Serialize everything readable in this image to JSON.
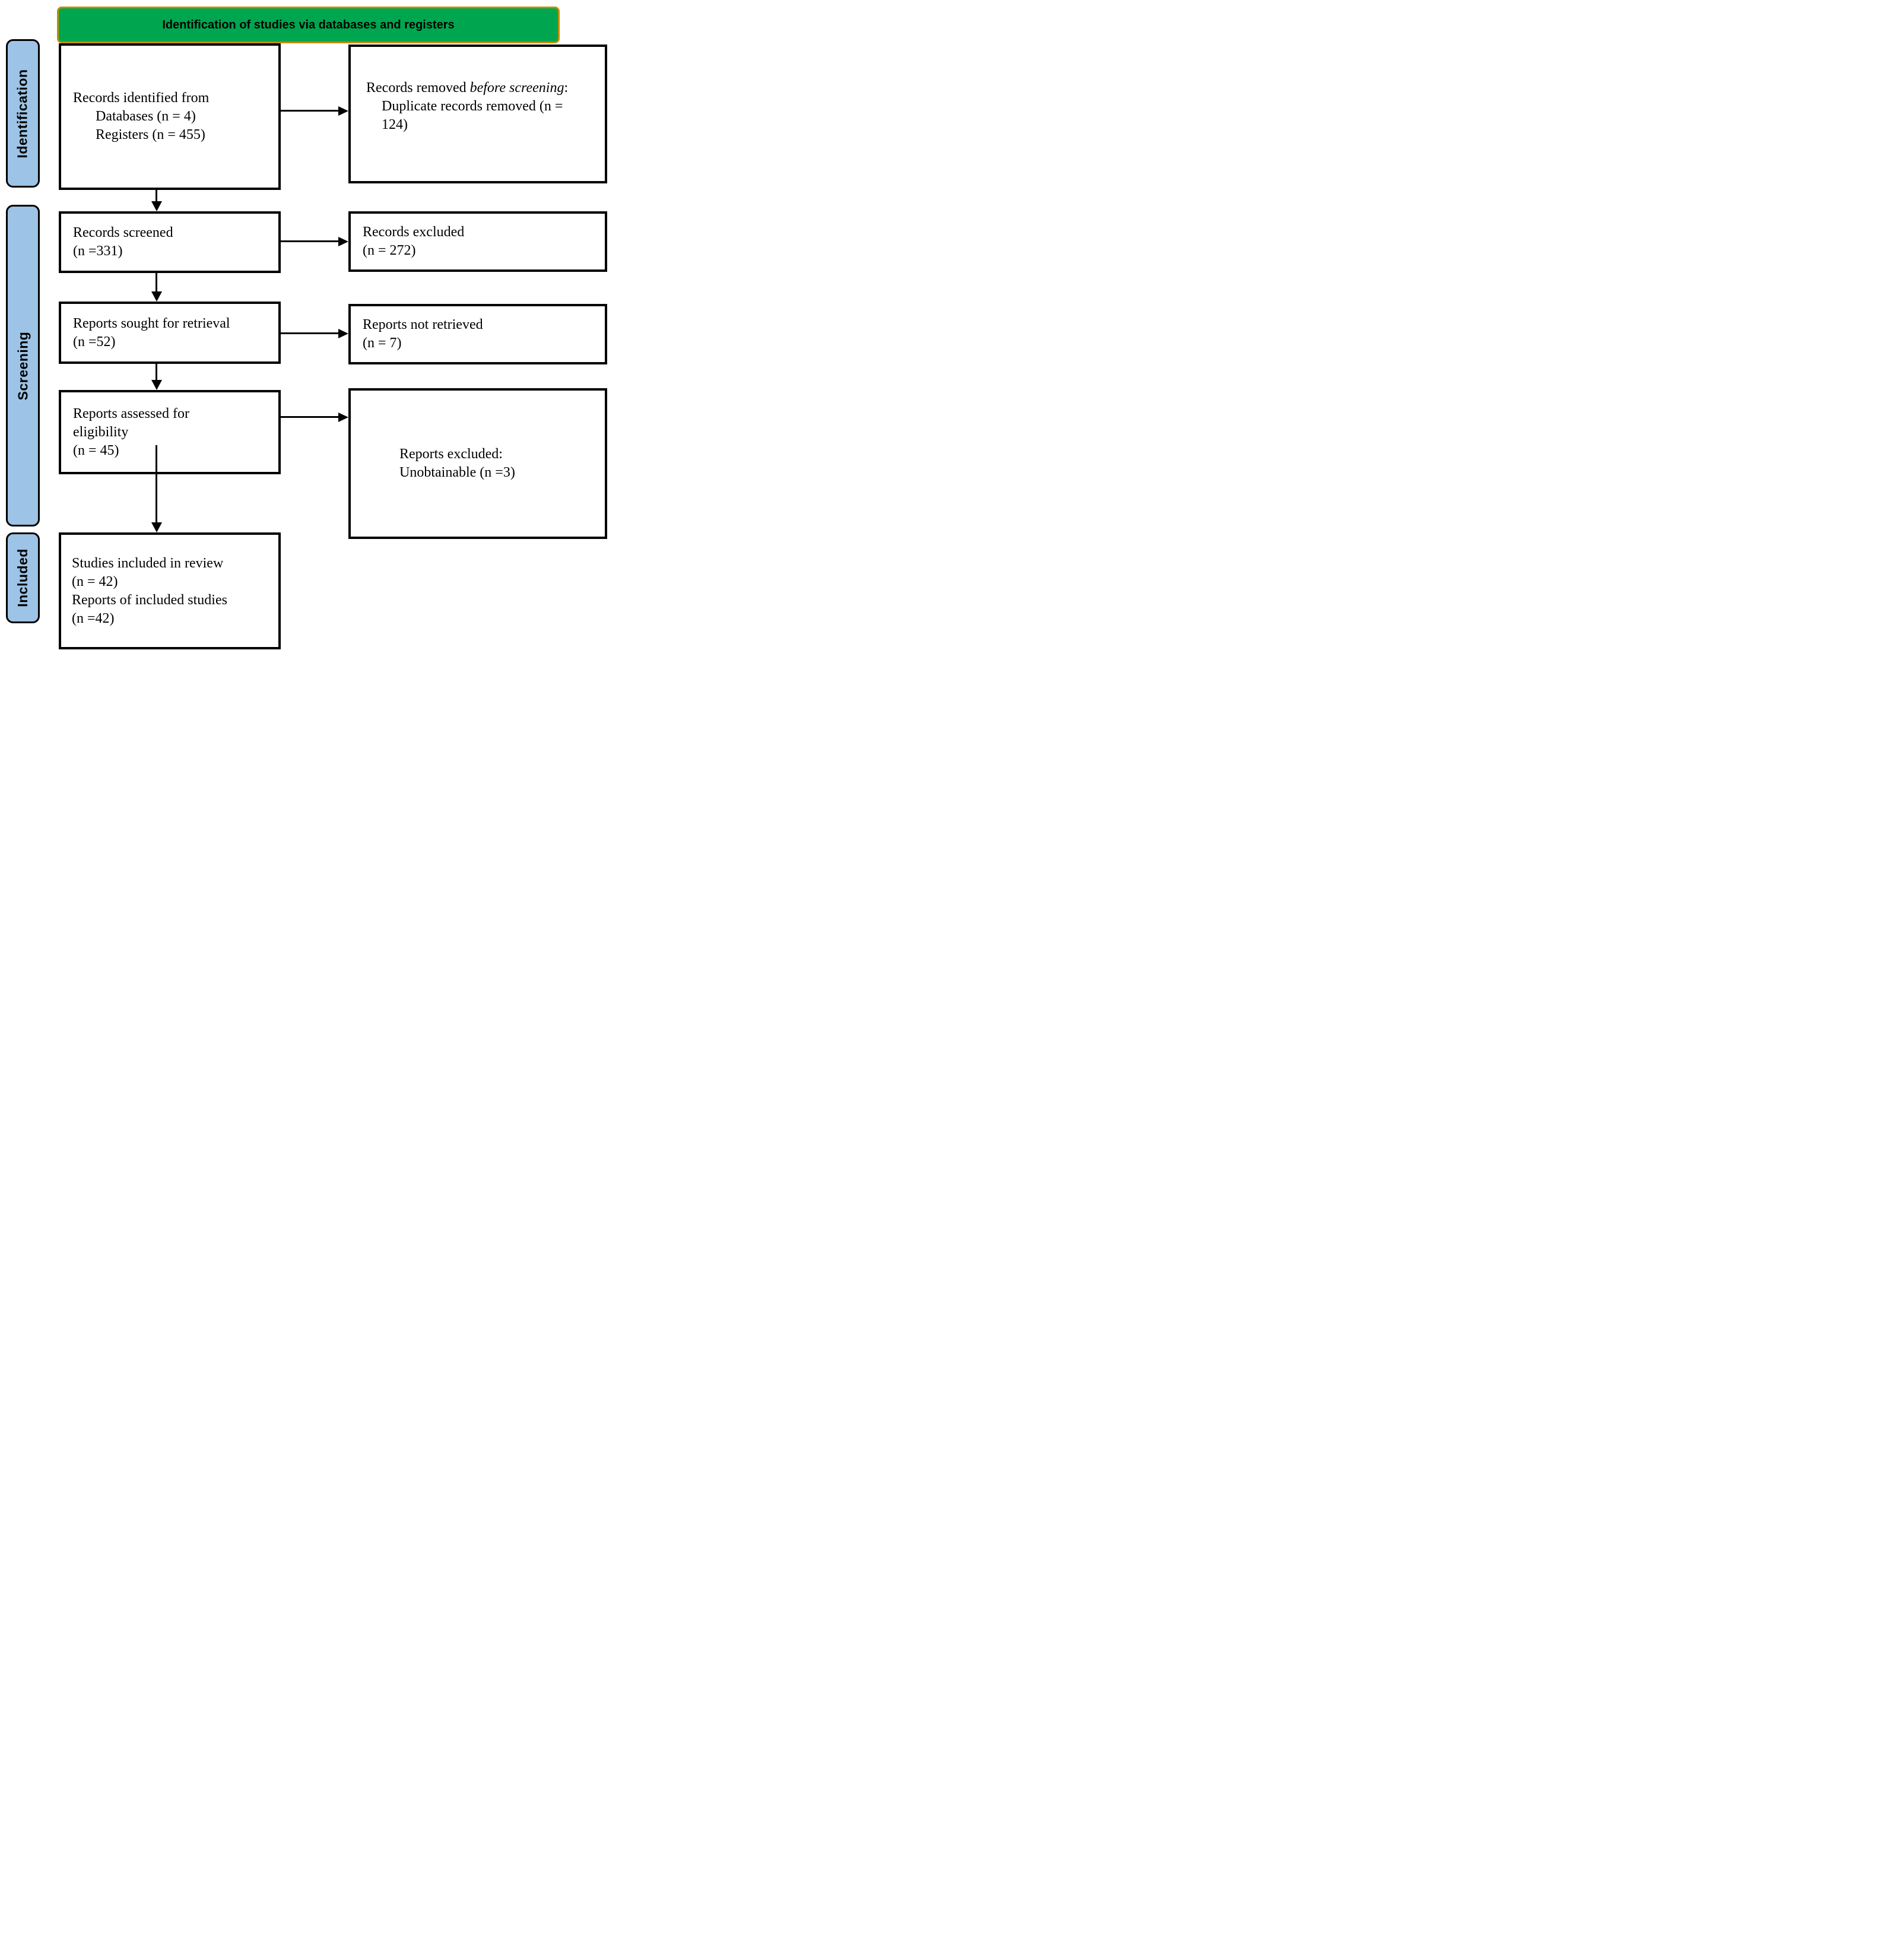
{
  "header": {
    "title": "Identification of studies via databases and registers"
  },
  "colors": {
    "header_fill": "#00A64F",
    "header_border": "#BF9000",
    "rail_fill": "#9DC3E6",
    "box_border": "#000000",
    "text": "#000000"
  },
  "rail": {
    "identification": "Identification",
    "screening": "Screening",
    "included": "Included"
  },
  "boxes": {
    "records_identified": {
      "line1": "Records identified from",
      "line2": "Databases (n = 4)",
      "line3": "Registers (n = 455)"
    },
    "records_removed": {
      "line1_pre": "Records removed ",
      "line1_italic": "before screening",
      "line1_post": ":",
      "line2": "Duplicate records removed (n =",
      "line3": "124)"
    },
    "records_screened": {
      "line1": "Records screened",
      "line2": "(n =331)"
    },
    "records_excluded": {
      "line1": "Records excluded",
      "line2": "(n = 272)"
    },
    "reports_sought": {
      "line1": "Reports sought for retrieval",
      "line2": "(n =52)"
    },
    "reports_not_retrieved": {
      "line1": "Reports not retrieved",
      "line2": "(n = 7)"
    },
    "reports_assessed": {
      "line1": "Reports assessed for",
      "line2": "eligibility",
      "line3": "(n = 45)"
    },
    "reports_excluded": {
      "line1": "Reports excluded:",
      "line2": "Unobtainable (n =3)"
    },
    "studies_included": {
      "line1": "Studies included in review",
      "line2": "(n = 42)",
      "line3": "Reports of included studies",
      "line4": "(n =42)"
    }
  }
}
